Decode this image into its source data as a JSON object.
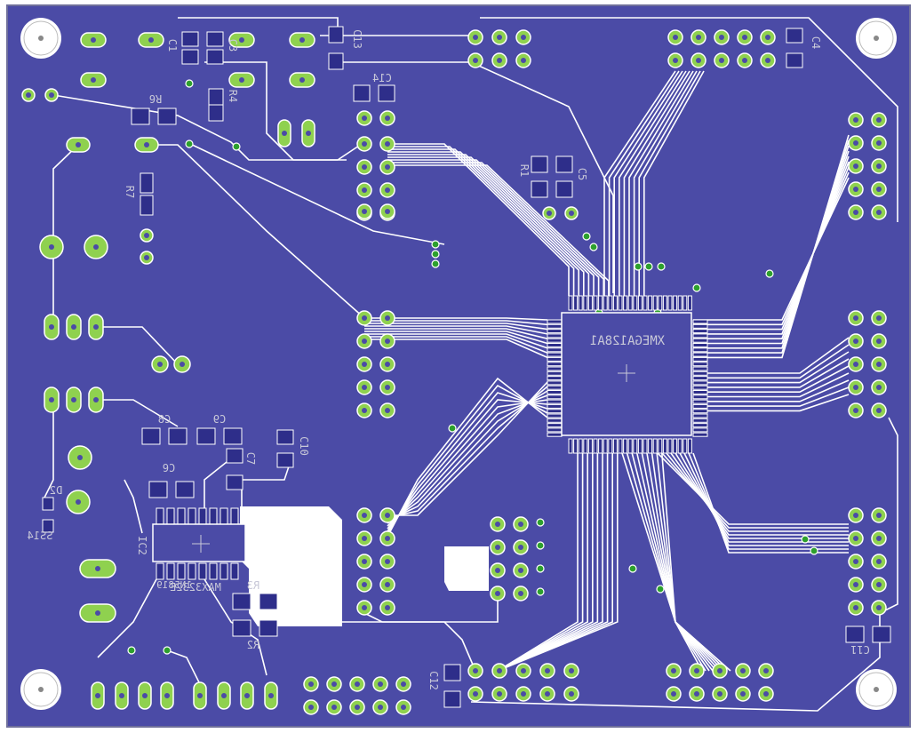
{
  "colors": {
    "board": "#4b4ba6",
    "trace": "#ffffff",
    "pad": "#8fd14f",
    "smd": "#2e2e8a",
    "silk": "#c8c8d8",
    "via": "#2da02d"
  },
  "labels": {
    "mcu": "XMEGA128A1",
    "r6": "R6",
    "r7": "R7",
    "r1": "R1",
    "r2": "R2",
    "r3": "R3",
    "r4": "R4",
    "c1": "C1",
    "c3": "C3",
    "c4": "C4",
    "c5": "C5",
    "c6": "C6",
    "c7": "C7",
    "c8": "C8",
    "c9": "C9",
    "c10": "C10",
    "c11": "C11",
    "c12": "C12",
    "c13": "C13",
    "c14": "C14",
    "d2": "D2",
    "d2part": "SS14",
    "diode": "1N5819",
    "ic2": "IC2",
    "max": "MAX3232E"
  }
}
